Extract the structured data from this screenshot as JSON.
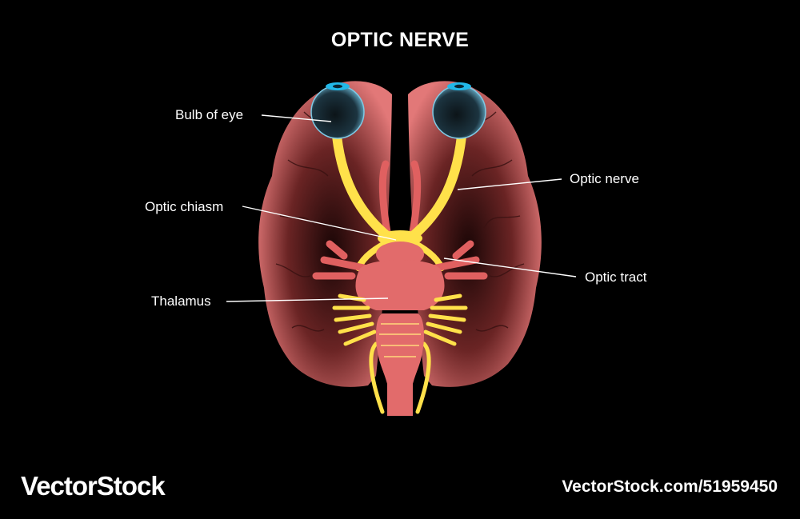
{
  "title": "OPTIC NERVE",
  "labels": {
    "bulb_of_eye": "Bulb of eye",
    "optic_nerve": "Optic nerve",
    "optic_chiasm": "Optic chiasm",
    "optic_tract": "Optic tract",
    "thalamus": "Thalamus"
  },
  "footer": {
    "brand": "VectorStock",
    "url": "VectorStock.com/51959450"
  },
  "colors": {
    "background": "#000000",
    "brain": "#d96a6a",
    "nerve": "#ffe14a",
    "eye": "#1e3a4a",
    "iris": "#22b8e8"
  }
}
